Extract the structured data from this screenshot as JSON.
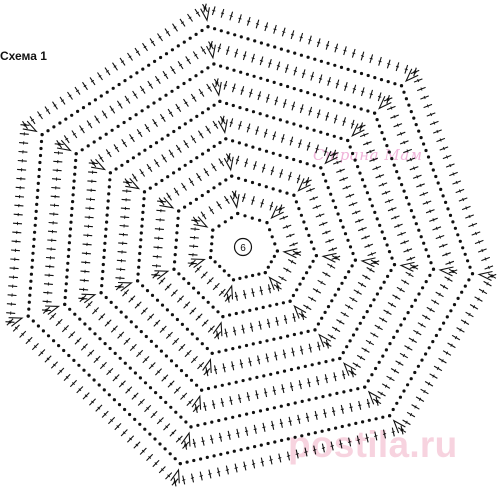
{
  "scheme_title": "Схема 1",
  "center_stitch_count": "6",
  "watermark_top": "Страна Мам",
  "watermark_bottom": "postila.ru",
  "colors": {
    "ink": "#111111",
    "watermark_pink": "#f0b4da",
    "watermark_rose": "#f7d3df"
  },
  "diagram": {
    "shape": "heptagon",
    "sectors": 7,
    "rounds": 12,
    "stitch_symbols": [
      "chain-dot",
      "double-crochet-stroke",
      "increase-v"
    ]
  }
}
